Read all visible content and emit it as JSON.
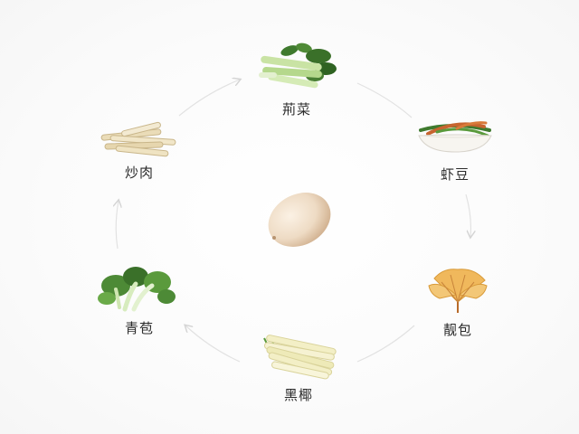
{
  "diagram": {
    "nodes": [
      {
        "id": "top",
        "label": "荊菜",
        "icon": "leafy-greens-icon"
      },
      {
        "id": "upper-right",
        "label": "虾豆",
        "icon": "bean-bowl-icon"
      },
      {
        "id": "lower-right",
        "label": "靓包",
        "icon": "ginkgo-leaf-icon"
      },
      {
        "id": "bottom",
        "label": "黑椰",
        "icon": "bamboo-shoots-icon"
      },
      {
        "id": "lower-left",
        "label": "青苞",
        "icon": "bok-choy-icon"
      },
      {
        "id": "upper-left",
        "label": "炒肉",
        "icon": "root-sticks-icon"
      }
    ],
    "center": {
      "icon": "egg-icon"
    },
    "colors": {
      "arrow": "#dcdcdc",
      "label": "#2b2b2b",
      "green_dark": "#3f7a2e",
      "green_light": "#b9dc8f",
      "cream": "#f1e6c8",
      "egg": "#eedbc4",
      "ginkgo": "#f0b85c"
    }
  }
}
